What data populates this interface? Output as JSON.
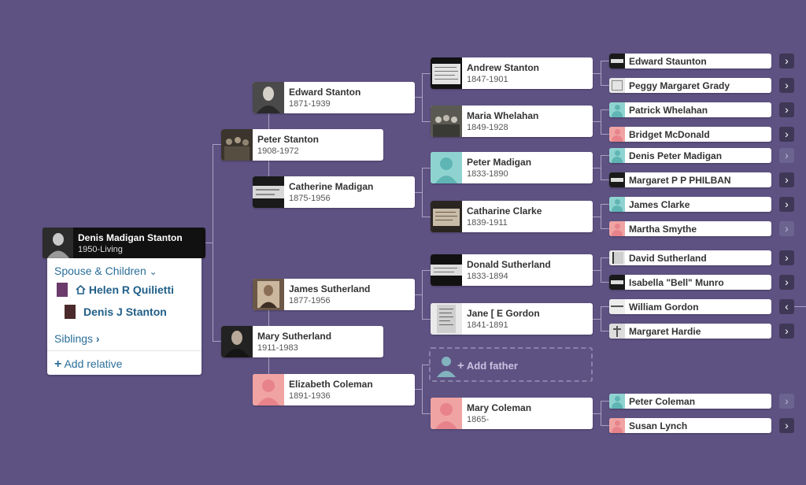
{
  "root": {
    "name": "Denis Madigan Stanton",
    "dates": "1950-Living"
  },
  "popup": {
    "spouse_children_label": "Spouse & Children",
    "spouse_name": "Helen R Quilietti",
    "child_name": "Denis J Stanton",
    "siblings_label": "Siblings",
    "add_relative_label": "Add relative"
  },
  "gen1": {
    "father": {
      "name": "Peter Stanton",
      "dates": "1908-1972"
    },
    "mother": {
      "name": "Mary Sutherland",
      "dates": "1911-1983"
    }
  },
  "gen2": {
    "pf": {
      "name": "Edward Stanton",
      "dates": "1871-1939"
    },
    "pm": {
      "name": "Catherine Madigan",
      "dates": "1875-1956"
    },
    "mf": {
      "name": "James Sutherland",
      "dates": "1877-1956"
    },
    "mm": {
      "name": "Elizabeth Coleman",
      "dates": "1891-1936"
    }
  },
  "gen3": {
    "a": {
      "name": "Andrew Stanton",
      "dates": "1847-1901"
    },
    "b": {
      "name": "Maria Whelahan",
      "dates": "1849-1928"
    },
    "c": {
      "name": "Peter Madigan",
      "dates": "1833-1890"
    },
    "d": {
      "name": "Catharine Clarke",
      "dates": "1839-1911"
    },
    "e": {
      "name": "Donald Sutherland",
      "dates": "1833-1894"
    },
    "f": {
      "name": "Jane [ E Gordon",
      "dates": "1841-1891"
    },
    "add_father_label": "Add father",
    "h": {
      "name": "Mary Coleman",
      "dates": "1865-"
    }
  },
  "gen4": [
    {
      "name": "Edward Staunton"
    },
    {
      "name": "Peggy Margaret Grady"
    },
    {
      "name": "Patrick Whelahan"
    },
    {
      "name": "Bridget McDonald"
    },
    {
      "name": "Denis Peter Madigan"
    },
    {
      "name": "Margaret P P PHILBAN"
    },
    {
      "name": "James Clarke"
    },
    {
      "name": "Martha Smythe"
    },
    {
      "name": "David Sutherland"
    },
    {
      "name": "Isabella \"Bell\" Munro"
    },
    {
      "name": "William Gordon"
    },
    {
      "name": "Margaret Hardie"
    },
    {
      "name": "Peter Coleman"
    },
    {
      "name": "Susan Lynch"
    }
  ],
  "icons": {
    "arrow_right": "›",
    "arrow_left": "‹",
    "chevron_down": "⌄",
    "plus": "+"
  },
  "colors": {
    "background": "#5e5283",
    "male_silhouette": "#8fd3d1",
    "female_silhouette": "#f0a3a3",
    "link": "#2b6e99"
  }
}
